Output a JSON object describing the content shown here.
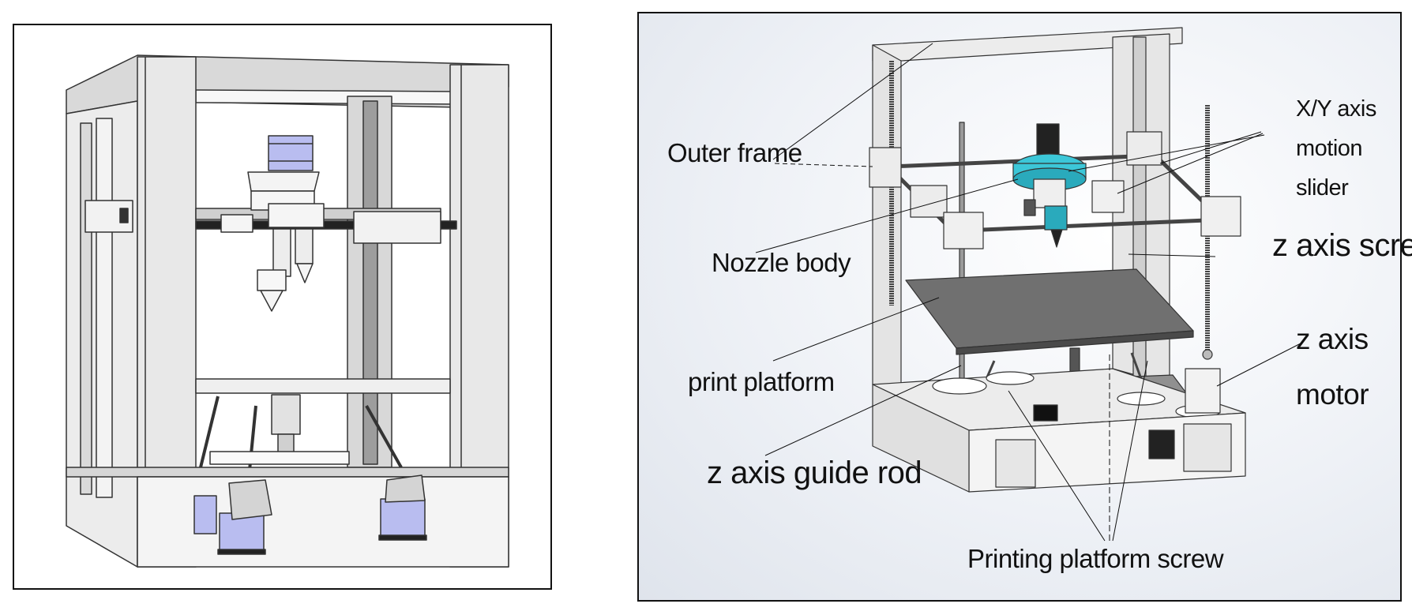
{
  "figure": {
    "right_labels": {
      "outer_frame": "Outer frame",
      "xy_slider_line1": "X/Y axis",
      "xy_slider_line2": "motion",
      "xy_slider_line3": "slider",
      "nozzle_body": "Nozzle body",
      "z_axis_screw": "z axis screw",
      "print_platform": "print platform",
      "z_axis_motor_line1": "z axis",
      "z_axis_motor_line2": "motor",
      "z_axis_guide_rod": "z axis guide rod",
      "printing_platform_screw": "Printing platform screw"
    },
    "colors": {
      "frame_light": "#e6e6e6",
      "frame_dark": "#b5b5b5",
      "platform": "#6f6f6f",
      "motor_blue": "#b9bdf0",
      "nozzle_cyan": "#3cc7d8",
      "line": "#222222"
    }
  }
}
